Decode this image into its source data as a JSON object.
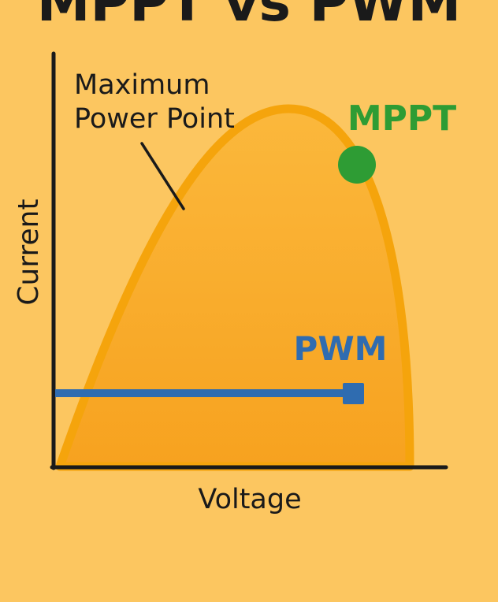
{
  "title": "MPPT vs PWM",
  "axes": {
    "x_label": "Voltage",
    "y_label": "Current"
  },
  "annotation": {
    "line1": "Maximum",
    "line2": "Power Point"
  },
  "markers": {
    "mppt_label": "MPPT",
    "pwm_label": "PWM"
  },
  "colors": {
    "background": "#fcc660",
    "curve_stroke": "#f5a40c",
    "curve_fill_top": "#fbb83c",
    "curve_fill_bottom": "#f7a21f",
    "axis": "#1a1a1a",
    "mppt": "#2e9c34",
    "pwm": "#2f6cb0",
    "text": "#1a1a1a"
  }
}
